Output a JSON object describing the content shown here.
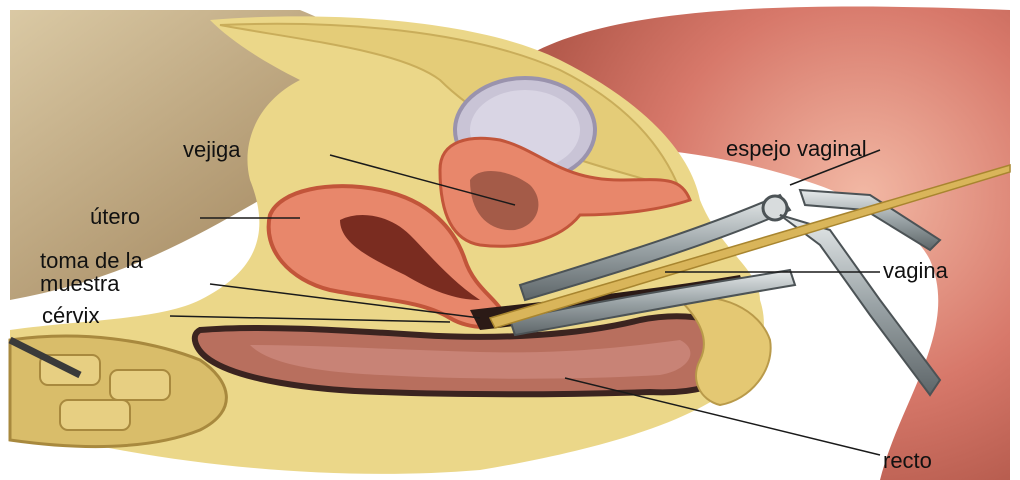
{
  "labels": {
    "vejiga": "vejiga",
    "utero": "útero",
    "toma_line1": "toma de la",
    "toma_line2": "muestra",
    "cervix": "cérvix",
    "espejo": "espejo vaginal",
    "vagina": "vagina",
    "recto": "recto"
  },
  "colors": {
    "skin": "#d7786a",
    "fat": "#e9d27e",
    "muscle": "#e8876b",
    "bladder": "#c9c4d6",
    "speculum": "#9ea6a8",
    "spatula": "#d9b55a",
    "rectum": "#b86f5e"
  }
}
